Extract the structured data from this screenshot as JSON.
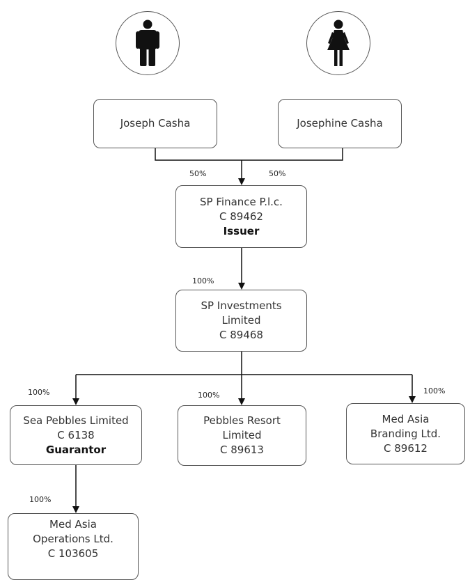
{
  "persons": [
    {
      "name": "Joseph Casha",
      "icon": "male-person-icon"
    },
    {
      "name": "Josephine Casha",
      "icon": "female-person-icon"
    }
  ],
  "sp_finance": {
    "line1": "SP Finance P.l.c.",
    "line2": "C 89462",
    "role": "Issuer"
  },
  "sp_investments": {
    "line1": "SP Investments",
    "line2": "Limited",
    "line3": "C 89468"
  },
  "sea_pebbles": {
    "line1": "Sea Pebbles Limited",
    "line2": "C 6138",
    "role": "Guarantor"
  },
  "pebbles_resort": {
    "line1": "Pebbles Resort",
    "line2": "Limited",
    "line3": "C 89613"
  },
  "med_asia_branding": {
    "line1": "Med Asia",
    "line2": "Branding Ltd.",
    "line3": "C 89612"
  },
  "med_asia_operations": {
    "line1": "Med Asia",
    "line2": "Operations Ltd.",
    "line3": "C 103605"
  },
  "percentages": {
    "joseph_share": "50%",
    "josephine_share": "50%",
    "finance_to_investments": "100%",
    "to_sea_pebbles": "100%",
    "to_pebbles_resort": "100%",
    "to_med_asia_branding": "100%",
    "to_med_asia_operations": "100%"
  }
}
